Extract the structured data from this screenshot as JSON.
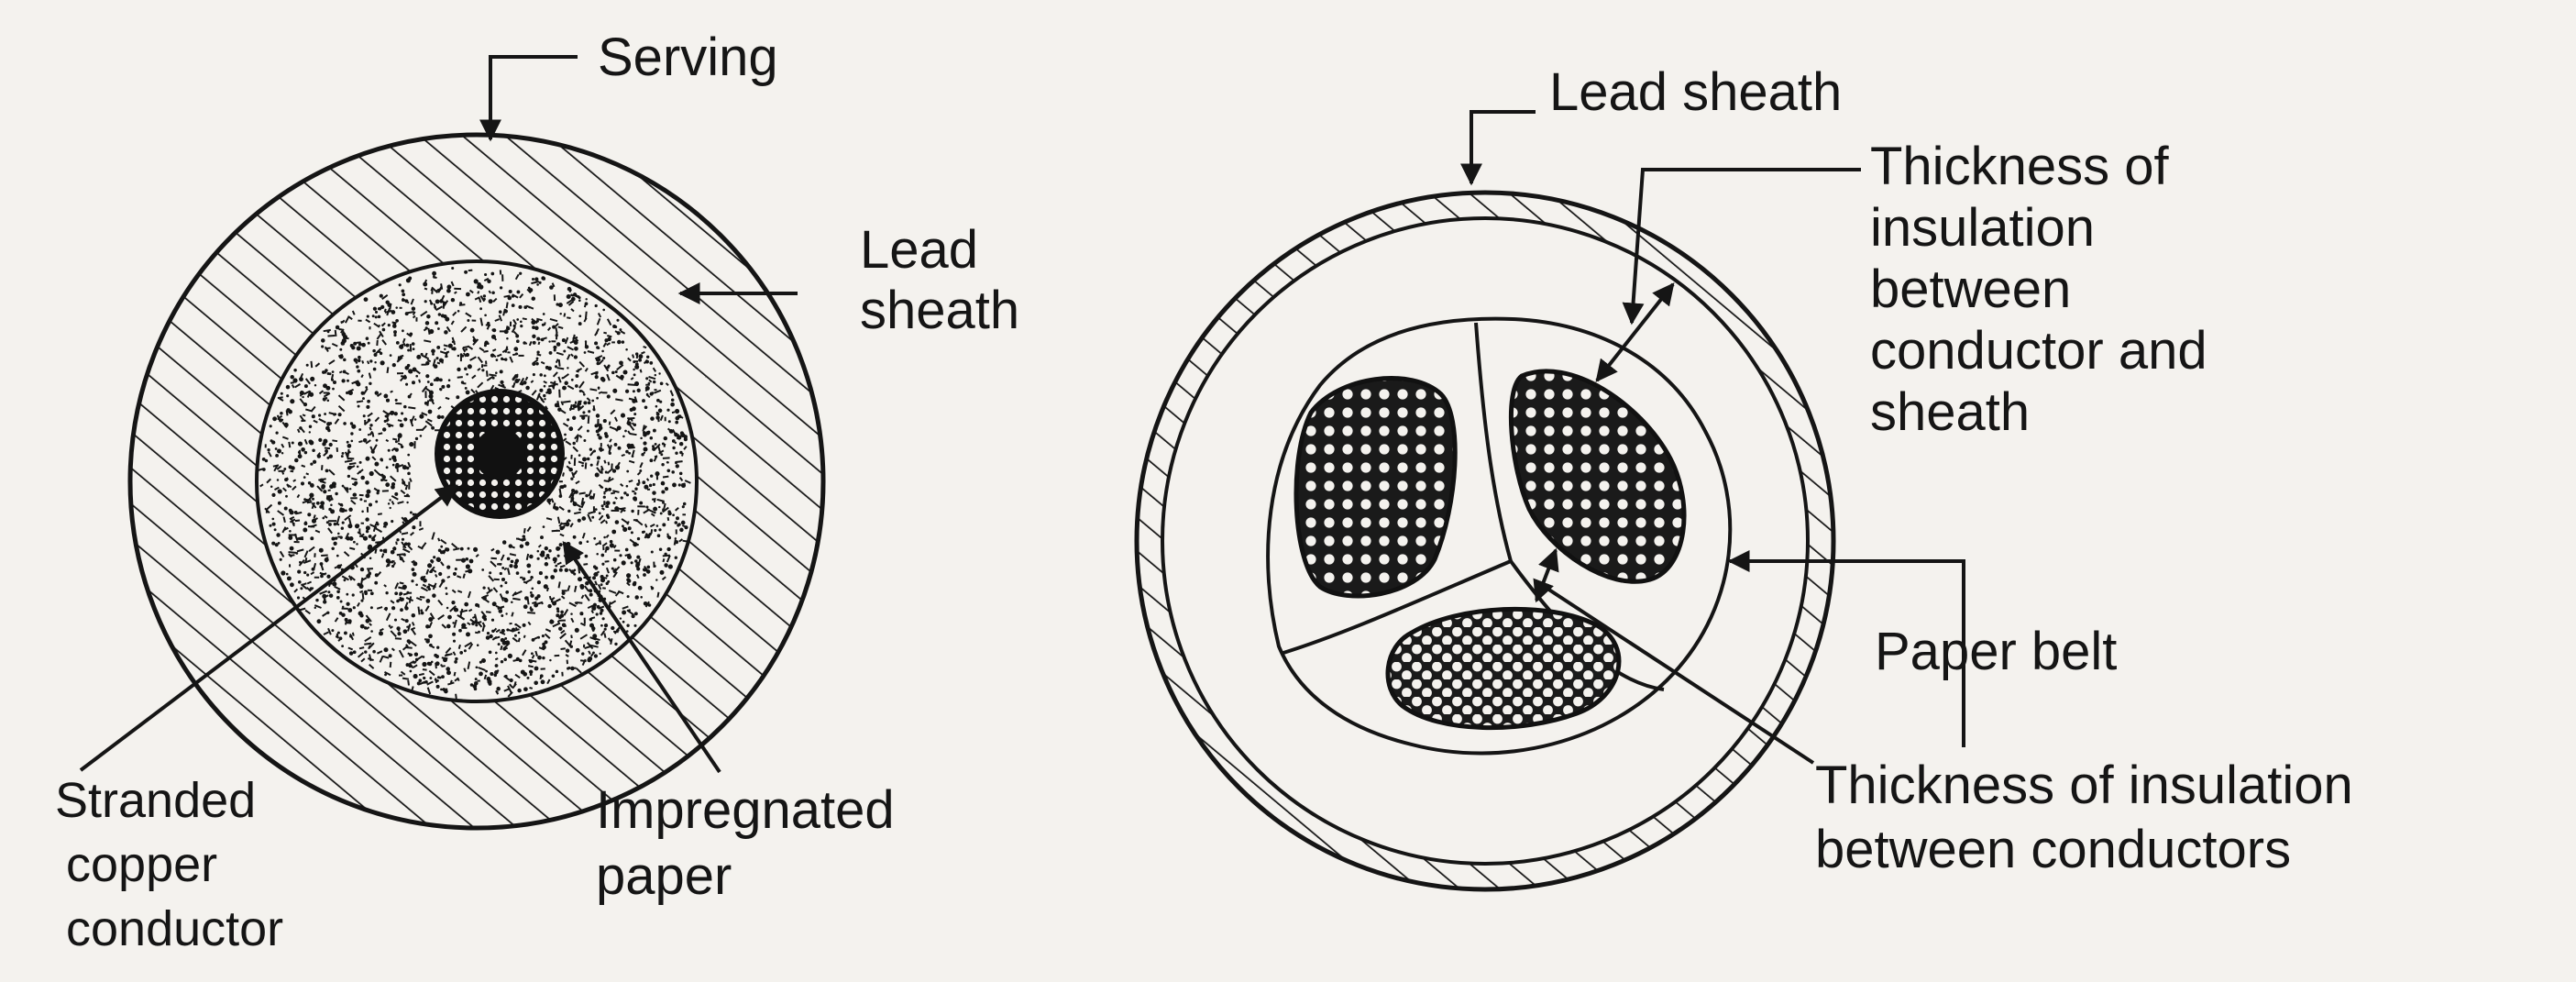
{
  "left_cable": {
    "serving": "Serving",
    "lead_sheath": [
      "Lead",
      "sheath"
    ],
    "stranded_conductor": [
      "Stranded",
      "copper",
      "conductor"
    ],
    "impregnated_paper": [
      "Impregnated",
      "paper"
    ]
  },
  "right_cable": {
    "lead_sheath": "Lead sheath",
    "insulation_conductor_sheath": [
      "Thickness of",
      "insulation",
      "between",
      "conductor and",
      "sheath"
    ],
    "paper_belt": "Paper belt",
    "insulation_between_conductors": [
      "Thickness of insulation",
      "between conductors"
    ]
  },
  "colors": {
    "ink": "#151515",
    "paper": "#f4f2ee"
  }
}
